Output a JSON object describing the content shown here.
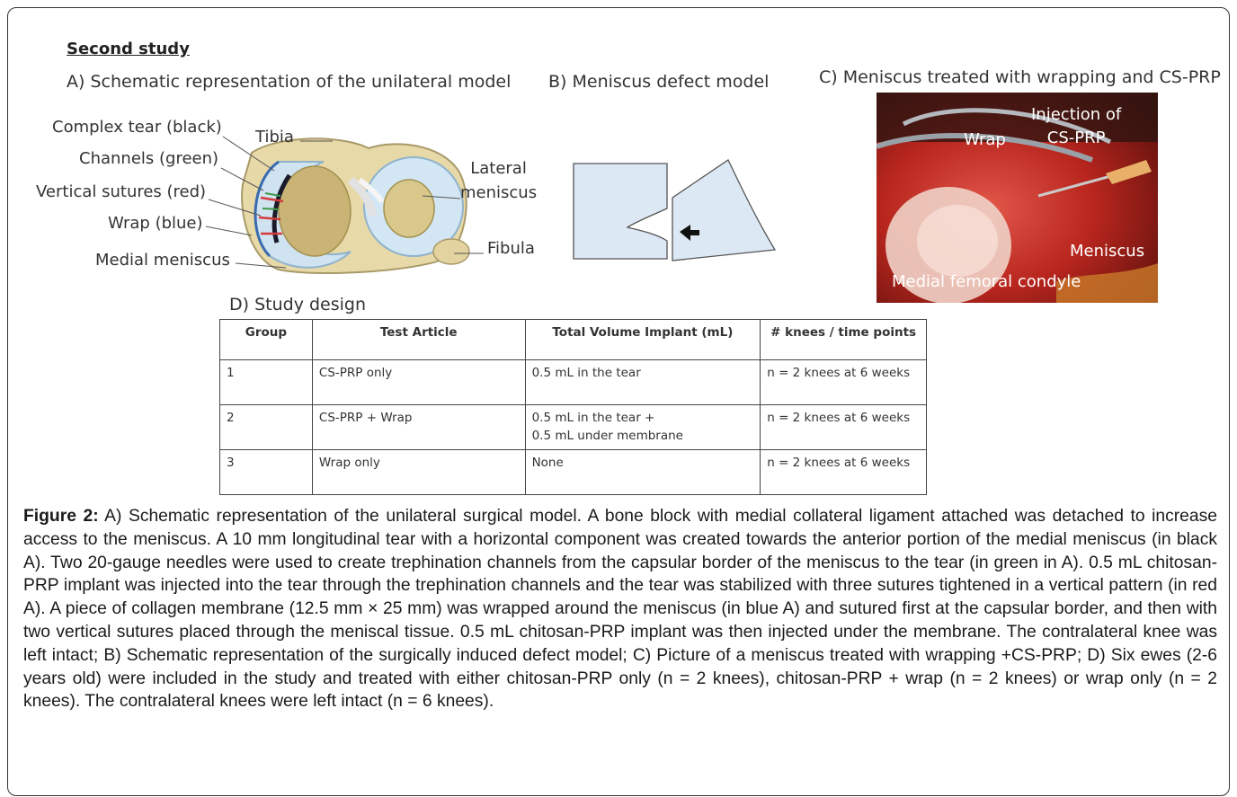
{
  "section_title": "Second study",
  "panel_a": {
    "title": "A) Schematic representation of the unilateral model",
    "labels": {
      "complex_tear": "Complex tear (black)",
      "channels": "Channels (green)",
      "vertical_sutures": "Vertical sutures (red)",
      "wrap": "Wrap (blue)",
      "medial_meniscus": "Medial meniscus",
      "tibia": "Tibia",
      "lateral_meniscus": "Lateral\nmeniscus",
      "fibula": "Fibula"
    }
  },
  "panel_b": {
    "title": "B) Meniscus defect model"
  },
  "panel_c": {
    "title": "C) Meniscus treated with wrapping and CS-PRP",
    "labels": {
      "injection": "Injection of\nCS-PRP",
      "wrap": "Wrap",
      "meniscus": "Meniscus",
      "condyle": "Medial femoral condyle"
    }
  },
  "panel_d": {
    "title": "D) Study design",
    "headers": [
      "Group",
      "Test Article",
      "Total Volume Implant (mL)",
      "# knees / time points"
    ],
    "rows": [
      [
        "1",
        "CS-PRP only",
        "0.5 mL in the tear",
        "n = 2 knees at 6 weeks"
      ],
      [
        "2",
        "CS-PRP + Wrap",
        "0.5 mL in the tear +\n0.5 mL under membrane",
        "n = 2 knees at 6 weeks"
      ],
      [
        "3",
        "Wrap only",
        "None",
        "n = 2 knees at 6 weeks"
      ]
    ]
  },
  "caption": {
    "label": "Figure 2:",
    "text": " A) Schematic representation of the unilateral surgical model. A bone block with medial collateral ligament attached was detached to increase access to the meniscus. A 10 mm longitudinal tear with a horizontal component was created towards the anterior portion of the medial meniscus (in black A). Two 20-gauge needles were used to create trephination channels from the capsular border of the meniscus to the tear (in green in A). 0.5 mL chitosan-PRP implant was injected into the tear through the trephination channels and the tear was stabilized with three sutures tightened in a vertical pattern (in red A). A piece of collagen membrane (12.5 mm × 25 mm) was wrapped around the meniscus (in blue A) and sutured first at the capsular border, and then with two vertical sutures placed through the meniscal tissue. 0.5 mL chitosan-PRP implant was then injected under the membrane. The contralateral knee was left intact; B) Schematic representation of the surgically induced defect model; C) Picture of a meniscus treated with wrapping +CS-PRP; D) Six ewes (2-6 years old) were included in the study and treated with either chitosan-PRP only (n = 2 knees), chitosan-PRP + wrap (n = 2 knees) or wrap only (n = 2 knees). The contralateral knees were left intact (n = 6 knees)."
  }
}
